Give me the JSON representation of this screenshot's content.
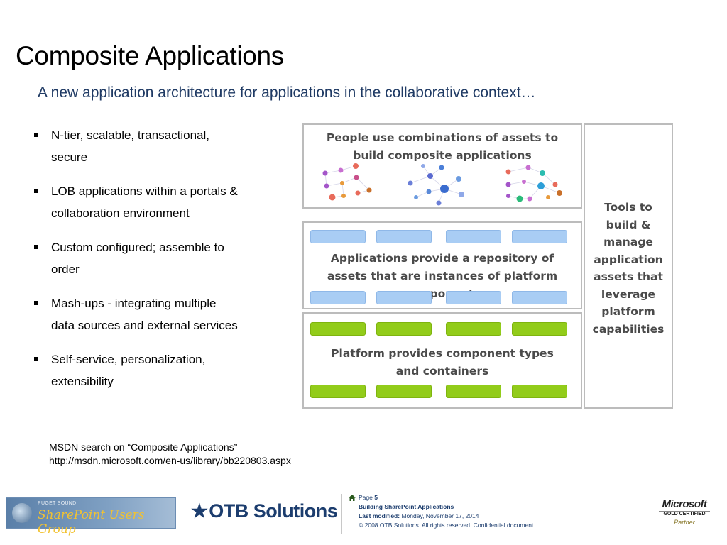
{
  "slide": {
    "title": "Composite Applications",
    "subtitle": "A new application architecture for applications in the collaborative context…"
  },
  "bullets": [
    "N-tier, scalable, transactional, secure",
    "LOB applications within a portals & collaboration environment",
    "Custom configured; assemble to order",
    "Mash-ups - integrating multiple data sources and external services",
    "Self-service, personalization, extensibility"
  ],
  "reference": {
    "line1": "MSDN search on “Composite Applications”",
    "line2": "http://msdn.microsoft.com/en-us/library/bb220803.aspx"
  },
  "diagram": {
    "people_text": "People use combinations of assets to build composite applications",
    "apps_text": "Applications provide a repository of assets that are instances of platform components",
    "platform_text": "Platform provides component types and containers",
    "tools_text": "Tools to build & manage application assets that leverage platform capabilities",
    "colors": {
      "app_component": "#a9cdf4",
      "platform_component": "#92cc1a",
      "border": "#bcbcbc"
    }
  },
  "footer": {
    "group_logo_small": "PUGET SOUND",
    "group_logo_big": "SharePoint Users Group",
    "company": "OTB Solutions",
    "page_label": "Page",
    "page_number": "5",
    "doc_title": "Building SharePoint Applications",
    "last_modified_label": "Last modified:",
    "last_modified_value": "Monday, November 17, 2014",
    "copyright": "© 2008 OTB Solutions. All rights reserved. Confidential document.",
    "ms_logo": "Microsoft",
    "ms_badge": "GOLD CERTIFIED",
    "ms_partner": "Partner"
  }
}
